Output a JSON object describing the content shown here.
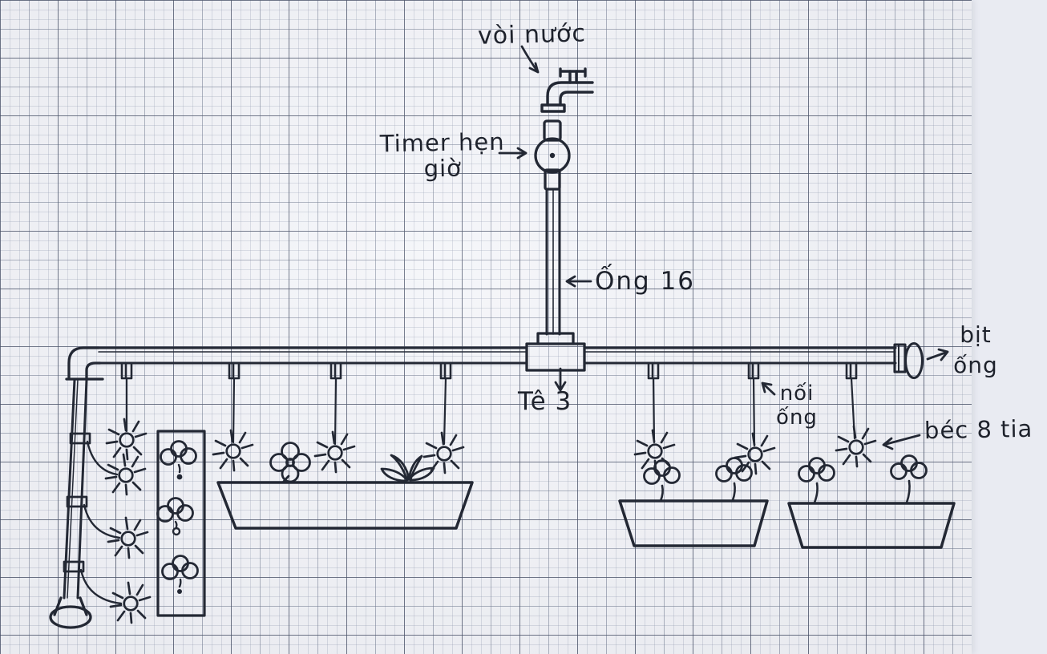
{
  "labels": {
    "water_tap": "vòi nước",
    "timer_line1": "Timer hẹn",
    "timer_line2": "giờ",
    "pipe_16": "Ống 16",
    "tee_3": "Tê 3",
    "pipe_cap_line1": "bịt",
    "pipe_cap_line2": "ống",
    "pipe_connector_line1": "nối",
    "pipe_connector_line2": "ống",
    "sprinkler_8_jet": "béc 8 tia"
  },
  "colors": {
    "ink": "#232834",
    "paper": "#f4f5f9",
    "grid_fine": "#c9cedb",
    "grid_medium": "#8c94a6",
    "grid_bold": "#4d5466",
    "right_margin": "#e9ebf2"
  },
  "drawing": {
    "sprinkler_count": 10,
    "planter_count": 4,
    "drop_line_count": 7
  }
}
